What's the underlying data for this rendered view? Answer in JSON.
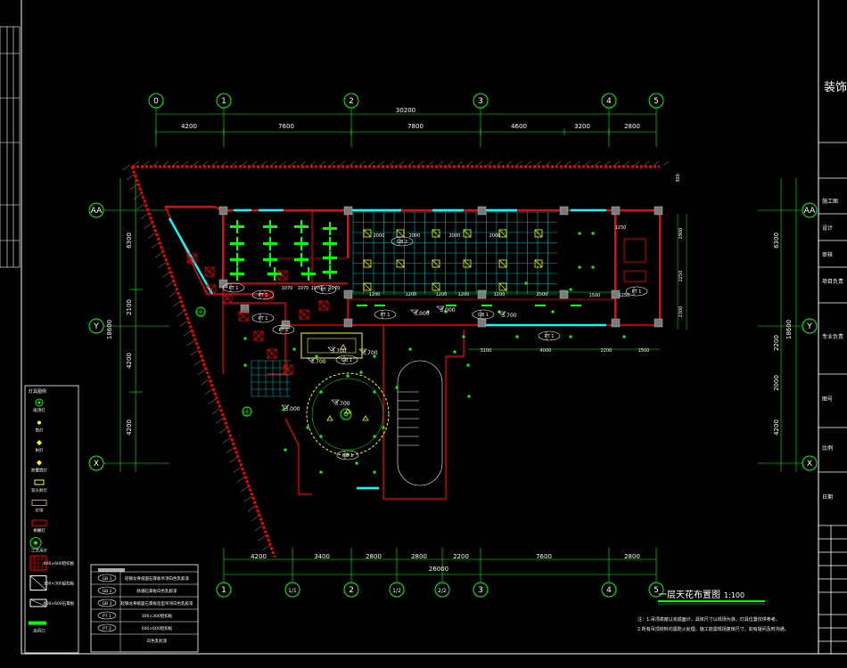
{
  "drawing": {
    "title": "一层天花布置图",
    "scale": "1:100",
    "overall_top": "30200",
    "overall_bottom": "26000",
    "overall_left": "18600",
    "overall_right": "18600"
  },
  "grid_columns_top": [
    "0",
    "1",
    "2",
    "3",
    "4",
    "5"
  ],
  "grid_columns_bottom": [
    "1",
    "1/1",
    "2",
    "1/2",
    "2/2",
    "3",
    "4",
    "5"
  ],
  "grid_rows": [
    "AA",
    "Y",
    "X"
  ],
  "top_spans": [
    "4200",
    "7600",
    "7800",
    "4600",
    "3200",
    "2800"
  ],
  "bottom_spans": [
    "4200",
    "3400",
    "2800",
    "2800",
    "2200",
    "7600",
    "2800"
  ],
  "left_spans": [
    "6300",
    "2100",
    "4200",
    "4200"
  ],
  "right_spans": [
    "6300",
    "2200",
    "2000",
    "4200"
  ],
  "elevations": [
    "3.000",
    "3.700",
    "3.700",
    "3.700",
    "3.700",
    "3.700",
    "3.000",
    "3.000"
  ],
  "inner_dims": [
    "1200",
    "1200",
    "1200",
    "1200",
    "1200",
    "2500",
    "3100",
    "4000",
    "2200",
    "1500",
    "1250",
    "1070",
    "1070",
    "1070",
    "1070",
    "1500",
    "1250",
    "2000",
    "2000",
    "2000",
    "2000"
  ],
  "tags": [
    "PT 1",
    "PT 1",
    "PT 1",
    "PT 1",
    "PT 1",
    "PT 1",
    "PT 1",
    "PT 1",
    "GB 1",
    "GB 2",
    "GB 1",
    "GB 1"
  ],
  "legend": {
    "title": "灯具图例",
    "items": [
      "吸顶灯",
      "筒灯",
      "射灯",
      "防雾筒灯",
      "双头射灯",
      "灯带",
      "格栅灯",
      "工艺吊灯",
      "600×600铝扣板",
      "300×300铝扣板",
      "600×600石膏板",
      "出风口"
    ]
  },
  "material_table": {
    "rows": [
      {
        "code": "GB 1",
        "text": "轻钢龙骨纸面石膏板吊顶白色乳胶漆"
      },
      {
        "code": "GB 2",
        "text": "防潮石膏板白色乳胶漆"
      },
      {
        "code": "GB 3",
        "text": "轻钢龙骨纸面石膏板造型吊顶白色乳胶漆"
      },
      {
        "code": "PT 1",
        "text": "300×300铝扣板"
      },
      {
        "code": "PT 2",
        "text": "600×600铝扣板"
      },
      {
        "code": "",
        "text": "白色乳胶漆"
      }
    ]
  },
  "notes": [
    "注：1.吊顶高度以完成面计，具体尺寸以现场为准，灯具位置仅供参考。",
    "2.所有吊顶材料均需防火处理，施工前需现场复核尺寸，如有疑问及时沟通。"
  ],
  "title_block": {
    "company": "装饰",
    "rows": [
      "施工图",
      "设计",
      "审核",
      "项目负责",
      "专业负责",
      "图号",
      "比例",
      "日期"
    ]
  },
  "colors": {
    "background": "#000000",
    "grid": "#00ff00",
    "wall": "#ff0000",
    "window": "#00ffff",
    "ceiling_grid": "#00b0b0",
    "fixture": "#00ff00",
    "lamp": "#ffff00",
    "text": "#ffffff",
    "column": "#808080"
  }
}
